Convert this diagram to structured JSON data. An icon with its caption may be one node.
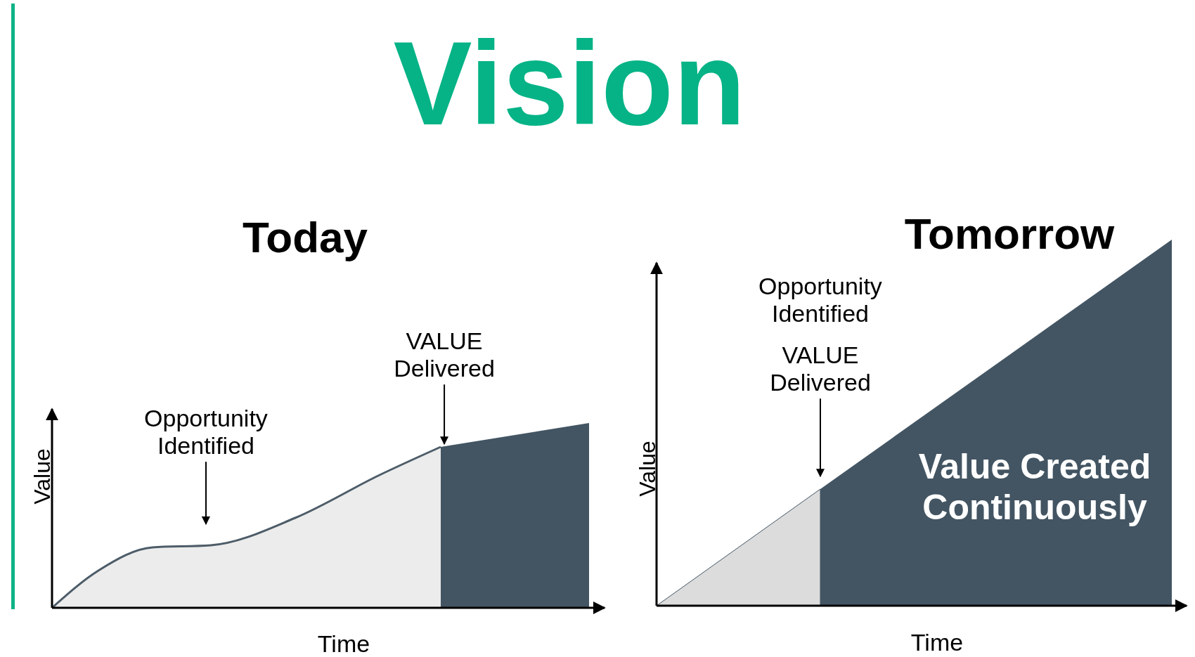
{
  "diagram": {
    "title": "Vision",
    "nodes": [
      {
        "text": [
          "Opportunity Identified"
        ]
      },
      {
        "text": [
          "VALUE Delivered"
        ]
      },
      {
        "text": [],
        "shape": "area"
      },
      {
        "text": [],
        "shape": "polygon"
      },
      {
        "text": [
          "Opportunity Identified"
        ]
      },
      {
        "text": [
          "VALUE Delivered"
        ]
      },
      {
        "text": [],
        "shape": "polygon"
      },
      {
        "text": [
          "Value Created Continuously"
        ],
        "in": 6
      }
    ],
    "edges": [
      {
        "from": 0,
        "to": 2,
        "arrow": "to"
      },
      {
        "from": 1,
        "to": 3,
        "arrow": "to"
      },
      {
        "from": 5,
        "to": 6,
        "arrow": "to"
      }
    ],
    "labels": [
      "Today",
      "Value",
      "Time",
      "Tomorrow",
      "Value",
      "Time"
    ]
  }
}
